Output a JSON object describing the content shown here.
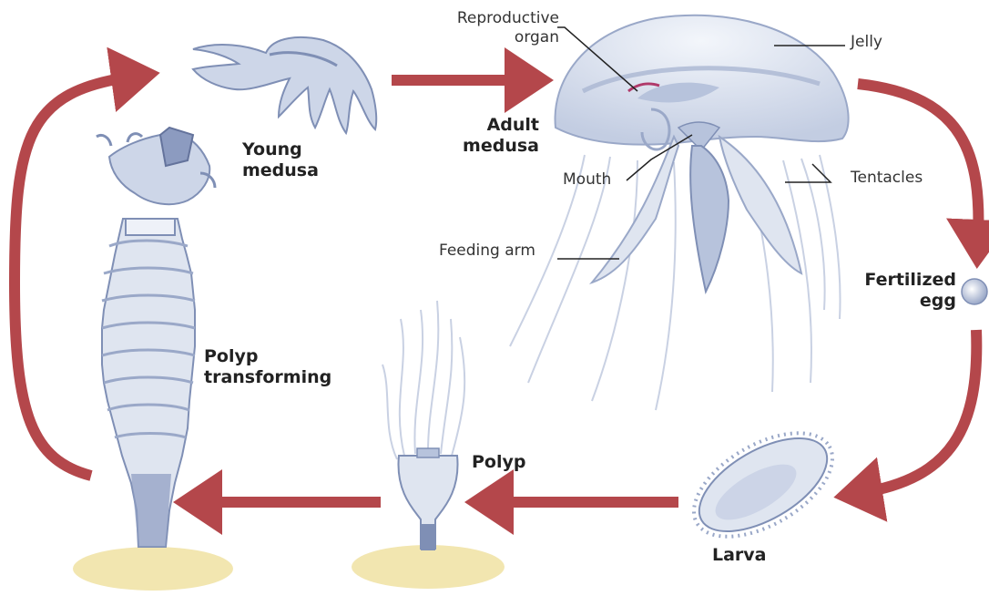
{
  "stages": {
    "young_medusa": "Young\nmedusa",
    "adult_medusa": "Adult\nmedusa",
    "fertilized_egg": "Fertilized\negg",
    "larva": "Larva",
    "polyp": "Polyp",
    "polyp_transforming": "Polyp\ntransforming"
  },
  "parts": {
    "reproductive_organ": "Reproductive\norgan",
    "jelly": "Jelly",
    "mouth": "Mouth",
    "tentacles": "Tentacles",
    "feeding_arm": "Feeding arm"
  },
  "colors": {
    "arrow": "#b4474b",
    "body_light": "#dfe5f0",
    "body_mid": "#b7c3dc",
    "body_dark": "#7f8fb5",
    "sand": "#f2e6b0",
    "reproductive": "#b0396a"
  }
}
